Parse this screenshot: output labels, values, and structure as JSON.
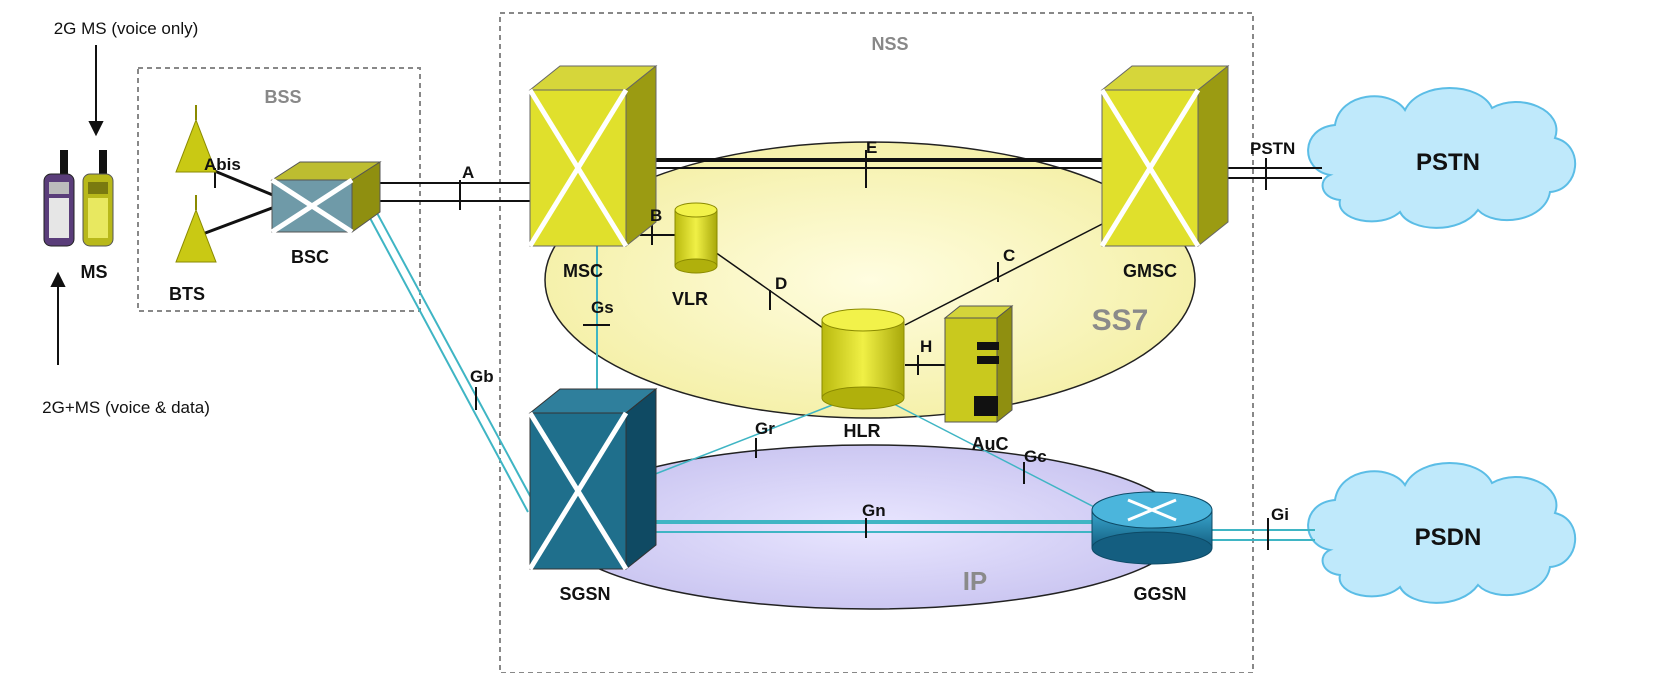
{
  "labels": {
    "ms_2g": "2G MS (voice only)",
    "ms_2gplus": "2G+MS (voice & data)",
    "ms": "MS",
    "bts": "BTS",
    "bsc": "BSC",
    "bss": "BSS",
    "nss": "NSS",
    "msc": "MSC",
    "vlr": "VLR",
    "hlr": "HLR",
    "auc": "AuC",
    "gmsc": "GMSC",
    "sgsn": "SGSN",
    "ggsn": "GGSN",
    "ss7": "SS7",
    "ip": "IP",
    "pstn_cloud": "PSTN",
    "psdn_cloud": "PSDN"
  },
  "interfaces": {
    "abis": "Abis",
    "a": "A",
    "b": "B",
    "c": "C",
    "d": "D",
    "e": "E",
    "h": "H",
    "gs": "Gs",
    "gb": "Gb",
    "gr": "Gr",
    "gc": "Gc",
    "gn": "Gn",
    "gi": "Gi",
    "pstn": "PSTN"
  },
  "colors": {
    "core_yellow": "#d6d61a",
    "sgsn_teal": "#1f6f8c",
    "ss7_area": "#f7f3a8",
    "ip_area": "#cfcbf2",
    "cloud": "#bfe9fb",
    "teal_link": "#3fb5c4",
    "box_border": "#888888"
  }
}
